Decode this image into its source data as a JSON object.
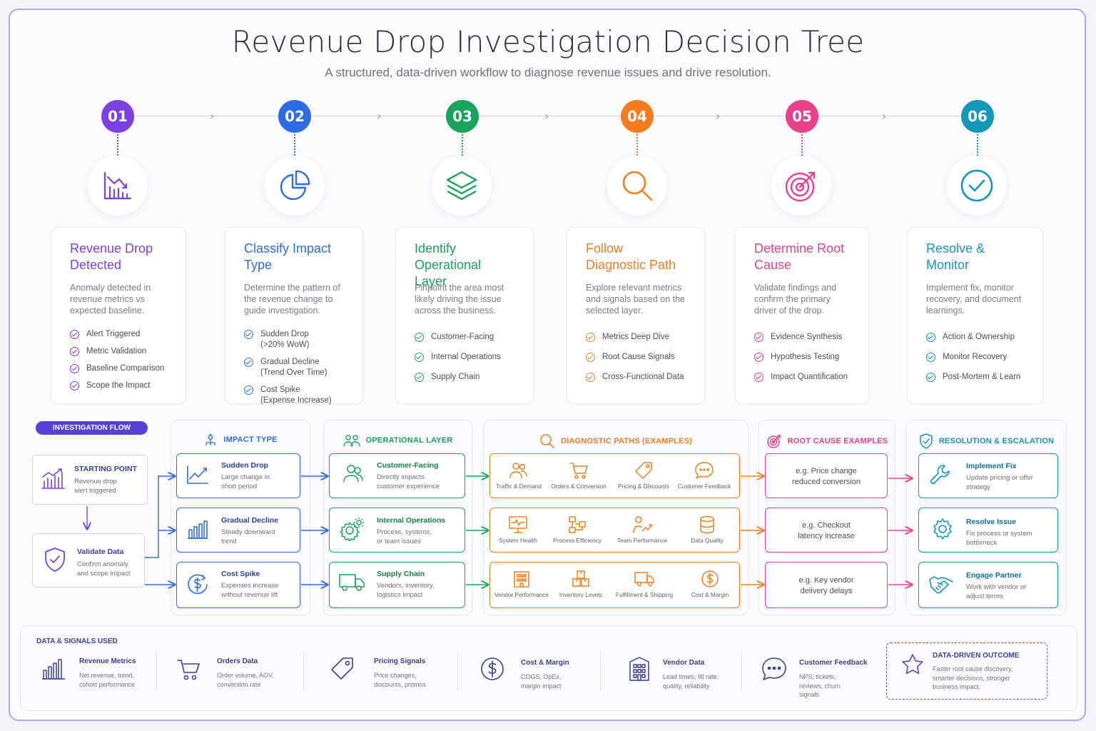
{
  "title": "Revenue Drop Investigation Decision Tree",
  "subtitle": "A structured, data-driven workflow to diagnose revenue issues and drive resolution.",
  "colors": {
    "purple": "#7b3fe4",
    "blue": "#2e6be6",
    "green": "#17a35b",
    "orange": "#f57c1f",
    "pink": "#ea3f8a",
    "teal": "#1496b8",
    "navy": "#3b3f93"
  },
  "steps": [
    {
      "num": "01",
      "title": "Revenue Drop Detected",
      "desc": "Anomaly detected in revenue metrics vs expected baseline.",
      "items": [
        "Alert Triggered",
        "Metric Validation",
        "Baseline Comparison",
        "Scope the Impact"
      ],
      "icon": "chart-decline-icon"
    },
    {
      "num": "02",
      "title": "Classify Impact Type",
      "desc": "Determine the pattern of the revenue change to guide investigation.",
      "items": [
        "Sudden Drop (>20% WoW)",
        "Gradual Decline (Trend Over Time)",
        "Cost Spike (Expense Increase)"
      ],
      "icon": "pie-chart-icon"
    },
    {
      "num": "03",
      "title": "Identify Operational Layer",
      "desc": "Pinpoint the area most likely driving the issue across the business.",
      "items": [
        "Customer-Facing",
        "Internal Operations",
        "Supply Chain"
      ],
      "icon": "layers-icon"
    },
    {
      "num": "04",
      "title": "Follow Diagnostic Path",
      "desc": "Explore relevant metrics and signals based on the selected layer.",
      "items": [
        "Metrics Deep Dive",
        "Root Cause Signals",
        "Cross-Functional Data"
      ],
      "icon": "magnifier-icon"
    },
    {
      "num": "05",
      "title": "Determine Root Cause",
      "desc": "Validate findings and confirm the primary driver of the drop.",
      "items": [
        "Evidence Synthesis",
        "Hypothesis Testing",
        "Impact Quantification"
      ],
      "icon": "target-icon"
    },
    {
      "num": "06",
      "title": "Resolve & Monitor",
      "desc": "Implement fix, monitor recovery, and document learnings.",
      "items": [
        "Action & Ownership",
        "Monitor Recovery",
        "Post-Mortem & Learn"
      ],
      "icon": "check-circle-icon"
    }
  ],
  "flow": {
    "badge": "INVESTIGATION FLOW",
    "start": {
      "title": "STARTING POINT",
      "desc": "Revenue drop alert triggered"
    },
    "validate": {
      "title": "Validate Data",
      "desc": "Confirm anomaly and scope impact"
    }
  },
  "impact": {
    "header": "IMPACT TYPE",
    "items": [
      {
        "title": "Sudden Drop",
        "desc": "Large change in short period"
      },
      {
        "title": "Gradual Decline",
        "desc": "Steady downward trend"
      },
      {
        "title": "Cost Spike",
        "desc": "Expenses increase without revenue lift"
      }
    ]
  },
  "layer": {
    "header": "OPERATIONAL LAYER",
    "items": [
      {
        "title": "Customer-Facing",
        "desc": "Directly impacts customer experience"
      },
      {
        "title": "Internal Operations",
        "desc": "Process, systems, or team issues"
      },
      {
        "title": "Supply Chain",
        "desc": "Vendors, inventory, logistics impact"
      }
    ]
  },
  "diagnostic": {
    "header": "DIAGNOSTIC PATHS (EXAMPLES)",
    "rows": [
      [
        "Traffic & Demand",
        "Orders & Conversion",
        "Pricing & Discounts",
        "Customer Feedback"
      ],
      [
        "System Health",
        "Process Efficiency",
        "Team Performance",
        "Data Quality"
      ],
      [
        "Vendor Performance",
        "Inventory Levels",
        "Fulfillment & Shipping",
        "Cost & Margin"
      ]
    ]
  },
  "rootcause": {
    "header": "ROOT CAUSE EXAMPLES",
    "items": [
      "e.g. Price change reduced conversion",
      "e.g. Checkout latency increase",
      "e.g. Key vendor delivery delays"
    ]
  },
  "resolution": {
    "header": "RESOLUTION & ESCALATION",
    "items": [
      {
        "title": "Implement Fix",
        "desc": "Update pricing or offer strategy"
      },
      {
        "title": "Resolve Issue",
        "desc": "Fix process or system bottleneck"
      },
      {
        "title": "Engage Partner",
        "desc": "Work with vendor or adjust terms"
      }
    ]
  },
  "signals": {
    "header": "DATA & SIGNALS USED",
    "items": [
      {
        "title": "Revenue Metrics",
        "desc": "Net revenue, trend, cohort performance"
      },
      {
        "title": "Orders Data",
        "desc": "Order volume, AOV, conversion rate"
      },
      {
        "title": "Pricing Signals",
        "desc": "Price changes, discounts, promos"
      },
      {
        "title": "Cost & Margin",
        "desc": "COGS, OpEx, margin impact"
      },
      {
        "title": "Vendor Data",
        "desc": "Lead times, fill rate, quality, reliability"
      },
      {
        "title": "Customer Feedback",
        "desc": "NPS, tickets, reviews, churn signals"
      }
    ],
    "outcome": {
      "title": "DATA-DRIVEN OUTCOME",
      "desc": "Faster root cause discovery, smarter decisions, stronger business impact."
    }
  }
}
